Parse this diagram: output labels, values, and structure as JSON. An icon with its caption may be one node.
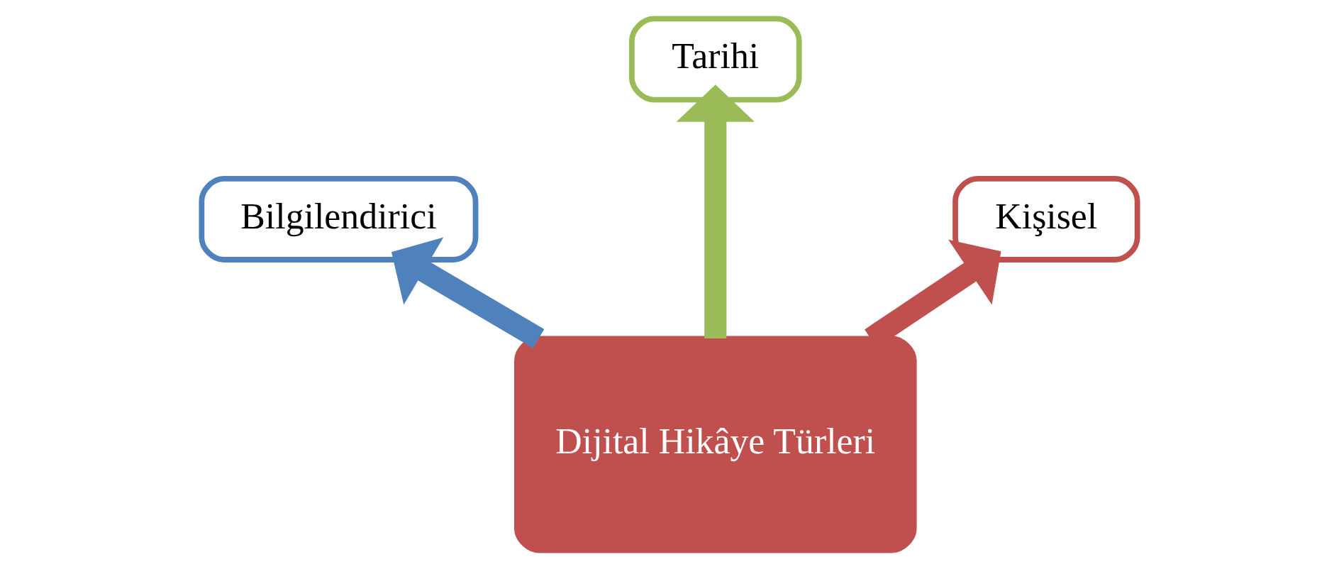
{
  "diagram": {
    "nodes": [
      {
        "text": [
          "Tarihi"
        ]
      },
      {
        "text": [
          "Bilgilendirici"
        ]
      },
      {
        "text": [
          "Kişisel"
        ]
      },
      {
        "text": [
          "Dijital Hikâye Türleri"
        ]
      }
    ],
    "edges": [
      {
        "from": 3,
        "to": 0,
        "arrow": "to",
        "color": "#9bbb59"
      },
      {
        "from": 3,
        "to": 1,
        "arrow": "to",
        "color": "#4f81bd"
      },
      {
        "from": 3,
        "to": 2,
        "arrow": "to",
        "color": "#c0504d"
      }
    ]
  }
}
